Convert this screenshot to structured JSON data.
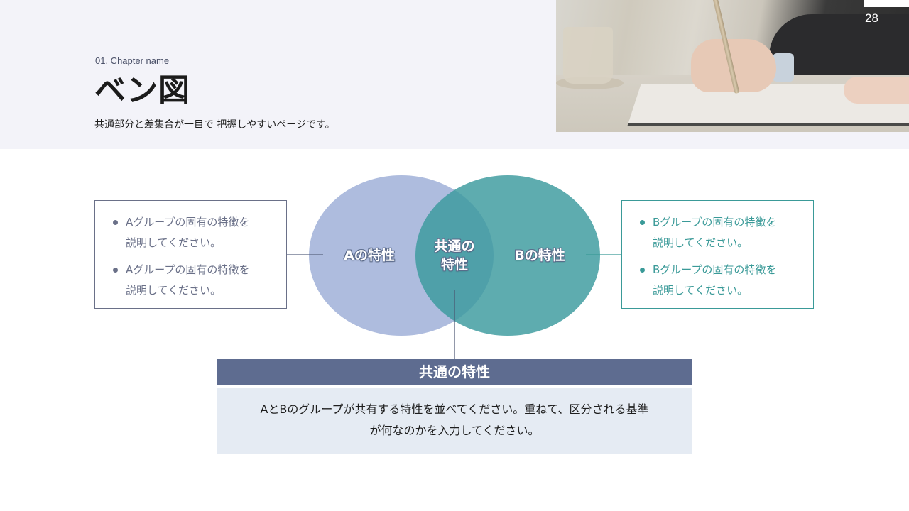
{
  "header": {
    "chapter": "01. Chapter name",
    "title": "ベン図",
    "subtitle": "共通部分と差集合が一目で 把握しやすいページです。",
    "page_number": "28",
    "photo_icon": "photo-writing-notebook"
  },
  "venn": {
    "circle_a": {
      "label": "Aの特性",
      "color": "#a3b3d9"
    },
    "circle_b": {
      "label": "Bの特性",
      "color": "#3a9a9e"
    },
    "intersection": {
      "label_line1": "共通の",
      "label_line2": "特性"
    }
  },
  "box_a": {
    "border_color": "#6a7088",
    "items": [
      {
        "line1": "Aグループの固有の特徴を",
        "line2": "説明してください。"
      },
      {
        "line1": "Aグループの固有の特徴を",
        "line2": "説明してください。"
      }
    ]
  },
  "box_b": {
    "border_color": "#3a9a98",
    "items": [
      {
        "line1": "Bグループの固有の特徴を",
        "line2": "説明してください。"
      },
      {
        "line1": "Bグループの固有の特徴を",
        "line2": "説明してください。"
      }
    ]
  },
  "common": {
    "heading": "共通の特性",
    "body_line1": "AとBのグループが共有する特性を並べてください。重ねて、区分される基準",
    "body_line2": "が何なのかを入力してください。",
    "heading_color": "#5e6c90",
    "body_bg": "#e5ebf3"
  }
}
